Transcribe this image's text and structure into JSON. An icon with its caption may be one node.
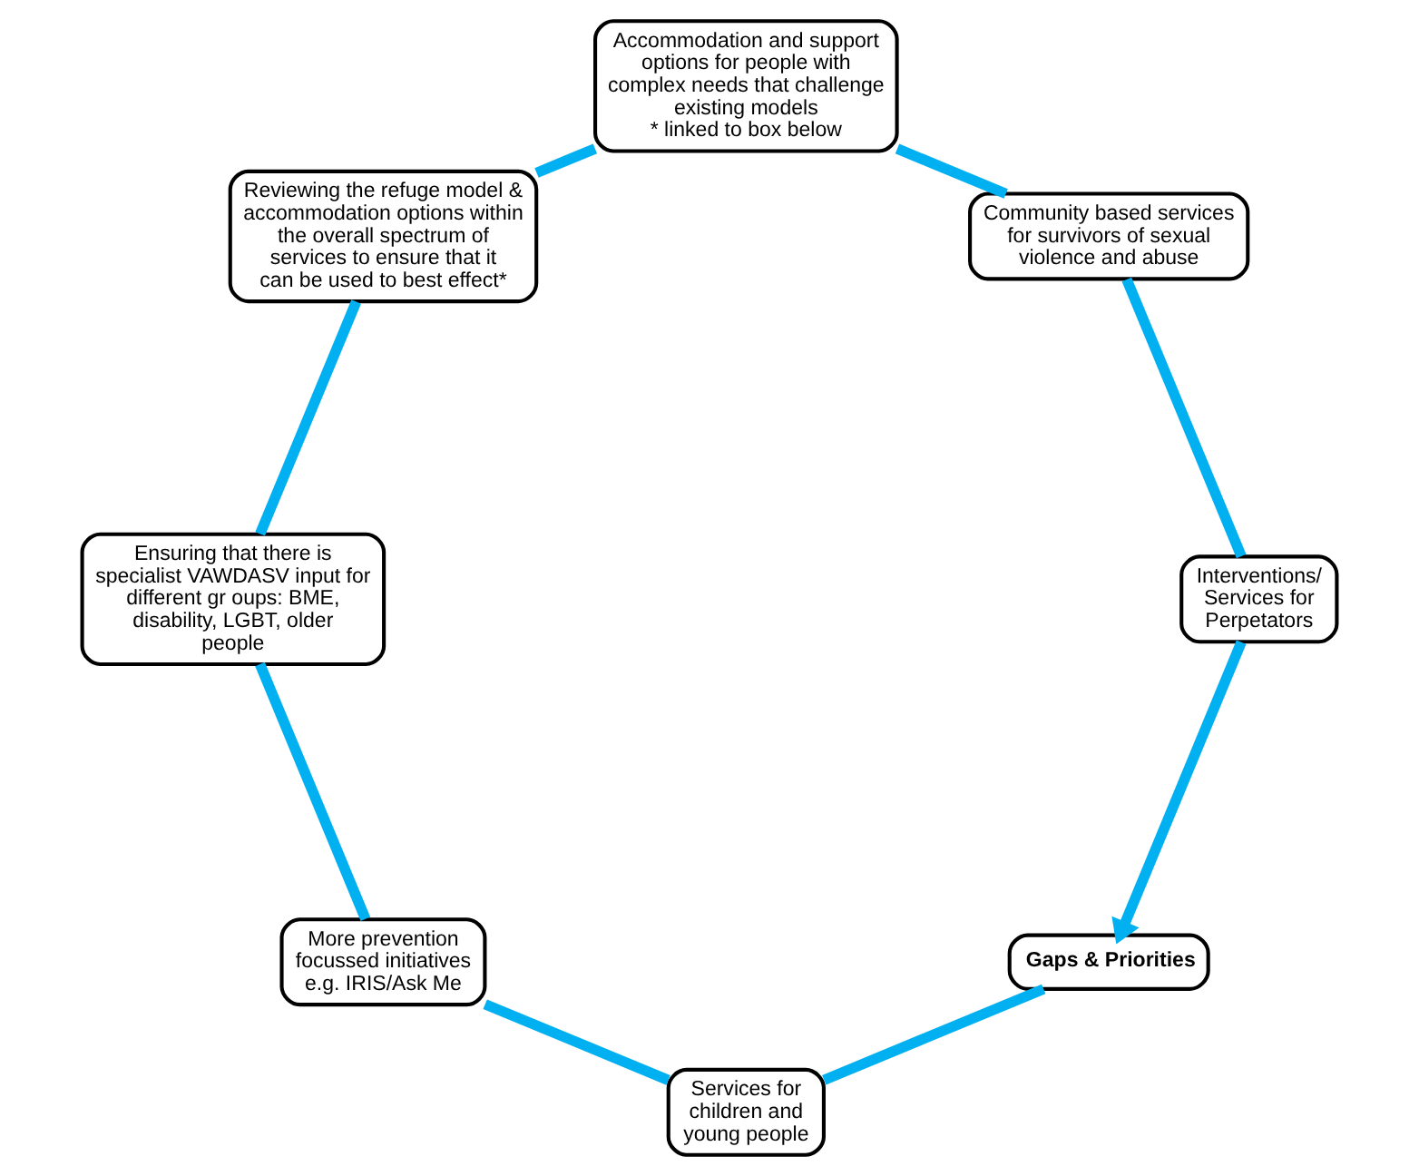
{
  "diagram": {
    "nodes": [
      {
        "text": [
          "Gaps & Priorities"
        ]
      },
      {
        "text": [
          "Services for children and young people"
        ]
      },
      {
        "text": [
          "More prevention focussed initiatives e.g. IRIS/Ask Me"
        ]
      },
      {
        "text": [
          "Ensuring that there is specialist VAWDASV input for different gr oups: BME, disability, LGBT, older people"
        ]
      },
      {
        "text": [
          "Reviewing the refuge model & accommodation options within the overall spectrum of services to ensure that it can be used to best effect*"
        ]
      },
      {
        "text": [
          "Accommodation and support options for people with complex needs that challenge existing models",
          "* linked to box below"
        ]
      },
      {
        "text": [
          "Community based services for survivors of sexual violence and abuse"
        ]
      },
      {
        "text": [
          "Interventions/ Services for Perpetators"
        ]
      }
    ],
    "edges": [
      {
        "from": 0,
        "to": 1,
        "arrow": "none"
      },
      {
        "from": 1,
        "to": 2,
        "arrow": "none"
      },
      {
        "from": 2,
        "to": 3,
        "arrow": "none"
      },
      {
        "from": 3,
        "to": 4,
        "arrow": "none"
      },
      {
        "from": 4,
        "to": 5,
        "arrow": "none"
      },
      {
        "from": 5,
        "to": 6,
        "arrow": "none"
      },
      {
        "from": 6,
        "to": 7,
        "arrow": "none"
      },
      {
        "from": 7,
        "to": 0,
        "arrow": "to"
      }
    ]
  }
}
